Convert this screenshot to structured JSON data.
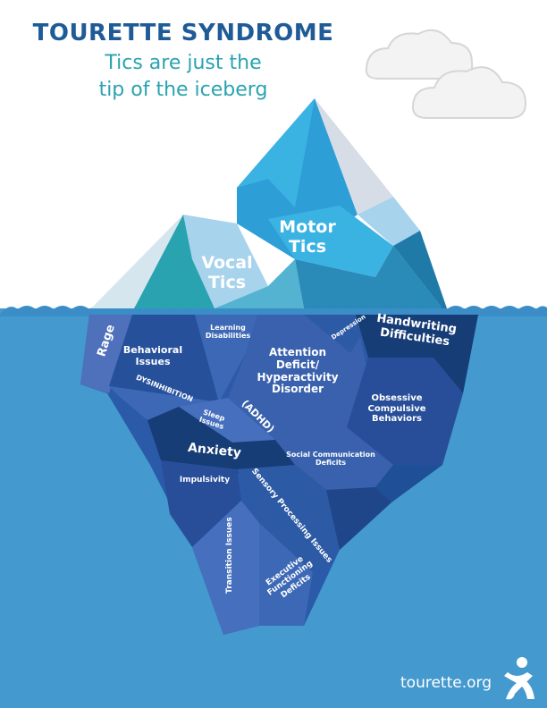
{
  "header": {
    "title": "TOURETTE SYNDROME",
    "subtitle_line1": "Tics are just the",
    "subtitle_line2": "tip of the iceberg"
  },
  "above_water": {
    "motor_tics": [
      "Motor",
      "Tics"
    ],
    "vocal_tics": [
      "Vocal",
      "Tics"
    ]
  },
  "below_water": {
    "rage": "Rage",
    "behavioral_issues": [
      "Behavioral",
      "Issues"
    ],
    "learning_disabilities": [
      "Learning",
      "Disabilities"
    ],
    "depression": "Depression",
    "handwriting_difficulties": [
      "Handwriting",
      "Difficulties"
    ],
    "adhd": [
      "Attention",
      "Deficit/",
      "Hyperactivity",
      "Disorder"
    ],
    "adhd_abbrev": "(ADHD)",
    "dysinhibition": "DYSINHIBITION",
    "sleep_issues": [
      "Sleep",
      "Issues"
    ],
    "ocd": [
      "Obsessive",
      "Compulsive",
      "Behaviors"
    ],
    "anxiety": "Anxiety",
    "social_communication": [
      "Social Communication",
      "Deficits"
    ],
    "impulsivity": "Impulsivity",
    "sensory_processing": "Sensory Processing Issues",
    "transition_issues": "Transition Issues",
    "executive_functioning": [
      "Executive",
      "Functioning",
      "Deficits"
    ]
  },
  "footer": {
    "website": "tourette.org"
  },
  "colors": {
    "title": "#1f5b96",
    "subtitle": "#2aa3b0",
    "water": "#4499cf",
    "iceberg_dark": "#1e3f7a",
    "iceberg_light": "#3ab3e3"
  }
}
